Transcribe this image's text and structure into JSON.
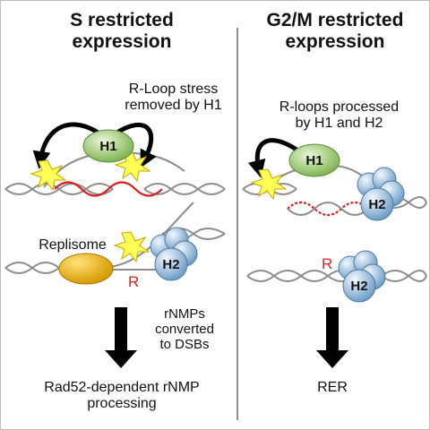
{
  "left": {
    "title": "S restricted\nexpression",
    "rloop_text": "R-Loop stress\nremoved by H1",
    "h1": "H1",
    "h2": "H2",
    "replisome": "Replisome",
    "r_mark": "R",
    "arrow_text": "rNMPs\nconverted\nto DSBs",
    "outcome": "Rad52-dependent rNMP\nprocessing"
  },
  "right": {
    "title": "G2/M restricted\nexpression",
    "rloop_text": "R-loops processed\nby H1 and H2",
    "h1": "H1",
    "h2_top": "H2",
    "h2_bottom": "H2",
    "r_mark": "R",
    "outcome": "RER"
  },
  "colors": {
    "h1_fill": "#a8d27c",
    "h2_fill": "#bcd9f0",
    "replisome_fill": "#f0bd0a",
    "star_fill": "#ffff55",
    "rna_red": "#d81e1e",
    "dna_gray": "#8a8a8a",
    "divider": "#444444"
  }
}
